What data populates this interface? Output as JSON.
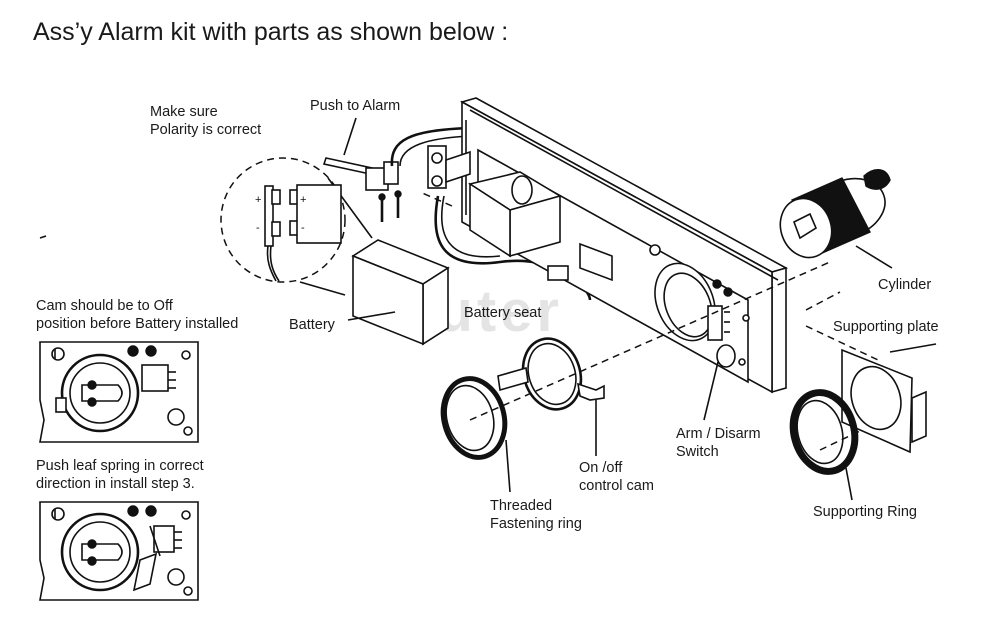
{
  "title": "Ass’y Alarm kit with parts as shown below :",
  "watermark": "Luter",
  "notes": {
    "polarity": [
      "Make sure",
      "Polarity is correct"
    ],
    "cam_off": [
      "Cam should be to Off",
      "position before Battery installed"
    ],
    "leaf_spring": [
      "Push leaf spring in correct",
      "direction in install step 3."
    ]
  },
  "parts": {
    "push_to_alarm": "Push to Alarm",
    "battery": "Battery",
    "battery_seat": "Battery seat",
    "cylinder": "Cylinder",
    "supporting_plate": "Supporting plate",
    "arm_disarm": [
      "Arm / Disarm",
      "Switch"
    ],
    "on_off_cam": [
      "On /off",
      "control cam"
    ],
    "threaded_ring": [
      "Threaded",
      "Fastening ring"
    ],
    "supporting_ring": "Supporting Ring"
  },
  "polarity_marks": [
    "+",
    "-"
  ]
}
